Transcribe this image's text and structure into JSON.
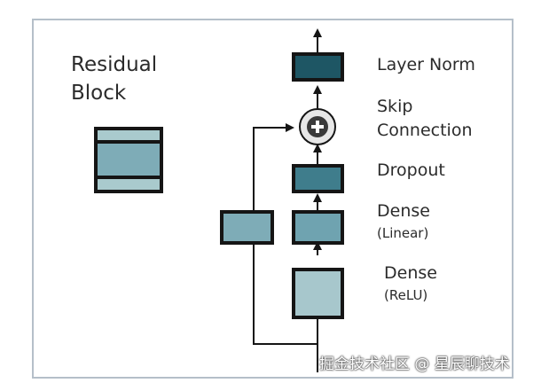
{
  "title_lines": [
    "Residual",
    "Block"
  ],
  "labels": {
    "layer_norm": "Layer Norm",
    "skip_line1": "Skip",
    "skip_line2": "Connection",
    "dropout": "Dropout",
    "dense_linear_line1": "Dense",
    "dense_linear_line2": "(Linear)",
    "dense_relu_line1": "Dense",
    "dense_relu_line2": "(ReLU)"
  },
  "watermark": "掘金技术社区 @ 星辰聊技术",
  "colors": {
    "frame": "#b5bfc9",
    "stroke": "#151515",
    "layer_norm": "#1e5664",
    "dropout": "#3f7d8c",
    "dense_linear": "#6fa3b0",
    "dense_relu": "#a7c7cc",
    "skip_dense": "#7eacb7",
    "icon_light": "#a9cacd",
    "icon_mid": "#7eacb7",
    "adder_fill": "#e7e7e7"
  }
}
